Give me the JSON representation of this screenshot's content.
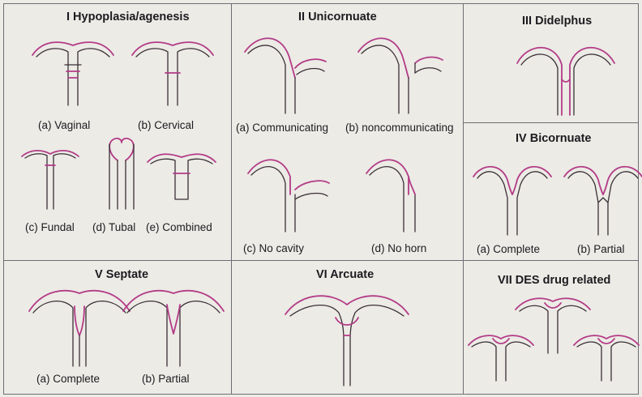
{
  "panels": {
    "hypoplasia": {
      "title": "I Hypoplasia/agenesis",
      "labels": {
        "vaginal": "(a) Vaginal",
        "cervical": "(b) Cervical",
        "fundal": "(c) Fundal",
        "tubal": "(d) Tubal",
        "combined": "(e) Combined"
      }
    },
    "unicornuate": {
      "title": "II Unicornuate",
      "labels": {
        "communicating": "(a) Communicating",
        "noncommunicating": "(b) noncommunicating",
        "no_cavity": "(c) No cavity",
        "no_horn": "(d) No horn"
      }
    },
    "didelphus": {
      "title": "III Didelphus"
    },
    "bicornuate": {
      "title": "IV Bicornuate",
      "labels": {
        "complete": "(a) Complete",
        "partial": "(b) Partial"
      }
    },
    "septate": {
      "title": "V Septate",
      "labels": {
        "complete": "(a) Complete",
        "partial": "(b) Partial"
      }
    },
    "arcuate": {
      "title": "VI Arcuate"
    },
    "des": {
      "title": "VII DES drug related"
    }
  },
  "colors": {
    "outline_pink": "#b33b86",
    "outline_dark": "#3a2f36",
    "border": "#6e6e74",
    "background": "#ecebe6"
  }
}
